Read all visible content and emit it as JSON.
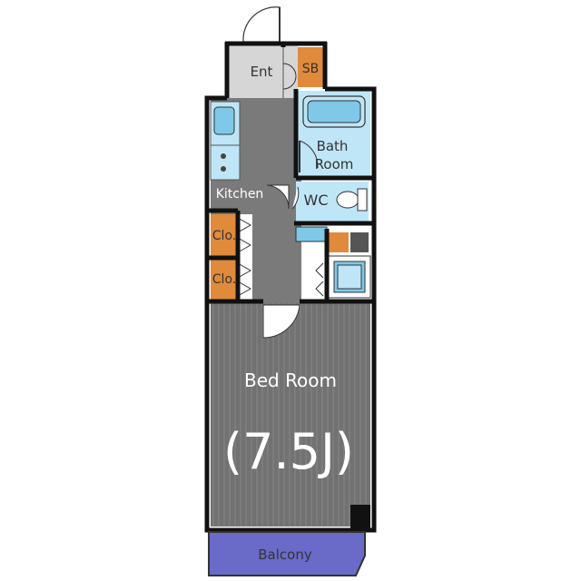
{
  "rooms": {
    "entrance": "Ent",
    "shoe_box": "SB",
    "bath": [
      "Bath",
      "Room"
    ],
    "kitchen": "Kitchen",
    "wc": "WC",
    "closet_upper": "Clo.",
    "closet_lower": "Clo.",
    "bedroom": "Bed Room",
    "bedroom_size": "(7.5J)",
    "balcony": "Balcony"
  },
  "colors": {
    "wall": "#111111",
    "floor": "#7a7a7a",
    "entrance_floor": "#d6d6d6",
    "storage": "#e08a3c",
    "water_area": "#bfe6f7",
    "fixture": "#7fc8e8",
    "balcony": "#6a6ac8"
  }
}
